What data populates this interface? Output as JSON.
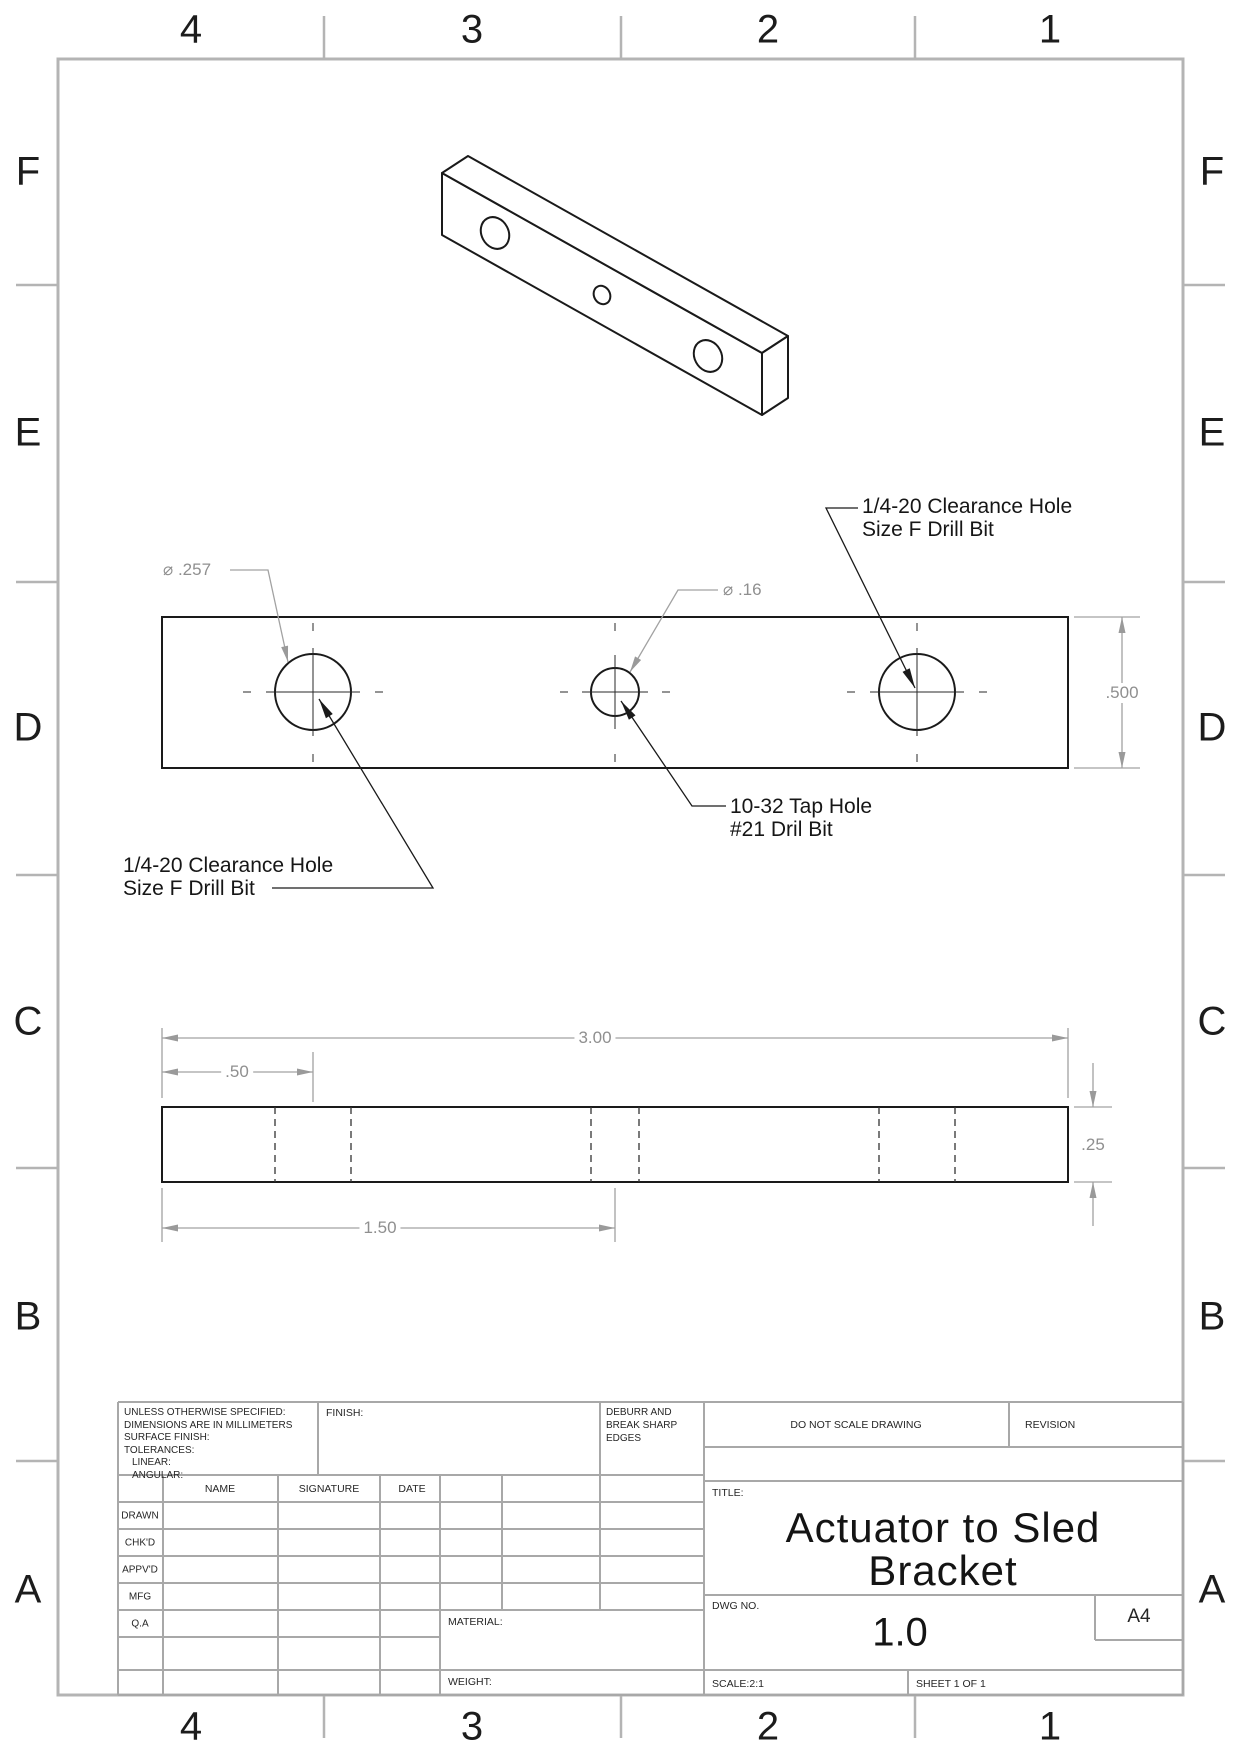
{
  "sheet": {
    "zone_columns": [
      "4",
      "3",
      "2",
      "1"
    ],
    "zone_rows": [
      "F",
      "E",
      "D",
      "C",
      "B",
      "A"
    ]
  },
  "colors": {
    "part_line": "#1a1a1a",
    "dimension_gray": "#8f8f8f",
    "frame_gray": "#b4b4b4"
  },
  "callouts": {
    "hole_left_diameter": "⌀ .257",
    "hole_middle_diameter": "⌀ .16",
    "clearance_top": {
      "line1": "1/4-20 Clearance Hole",
      "line2": "Size F Drill Bit"
    },
    "tap": {
      "line1": "10-32 Tap Hole",
      "line2": "#21 Dril Bit"
    },
    "clearance_bottom": {
      "line1": "1/4-20 Clearance Hole",
      "line2": "Size F Drill Bit"
    }
  },
  "dimensions": {
    "height": ".500",
    "length": "3.00",
    "first_hole_offset": ".50",
    "middle_hole_offset": "1.50",
    "thickness": ".25"
  },
  "title_block": {
    "tolerance_note": {
      "l1": "UNLESS OTHERWISE SPECIFIED:",
      "l2": "DIMENSIONS ARE IN MILLIMETERS",
      "l3": "SURFACE FINISH:",
      "l4": "TOLERANCES:",
      "l5": "LINEAR:",
      "l6": "ANGULAR:"
    },
    "finish_label": "FINISH:",
    "deburr_note": {
      "l1": "DEBURR AND",
      "l2": "BREAK SHARP",
      "l3": "EDGES"
    },
    "do_not_scale": "DO NOT SCALE DRAWING",
    "revision_label": "REVISION",
    "name_header": "NAME",
    "signature_header": "SIGNATURE",
    "date_header": "DATE",
    "rows": [
      "DRAWN",
      "CHK'D",
      "APPV'D",
      "MFG",
      "Q.A"
    ],
    "material_label": "MATERIAL:",
    "weight_label": "WEIGHT:",
    "title_label": "TITLE:",
    "title_line1": "Actuator to Sled",
    "title_line2": "Bracket",
    "dwg_no_label": "DWG NO.",
    "dwg_no": "1.0",
    "paper_size": "A4",
    "scale_label": "SCALE:2:1",
    "sheet_label": "SHEET 1 OF 1"
  }
}
